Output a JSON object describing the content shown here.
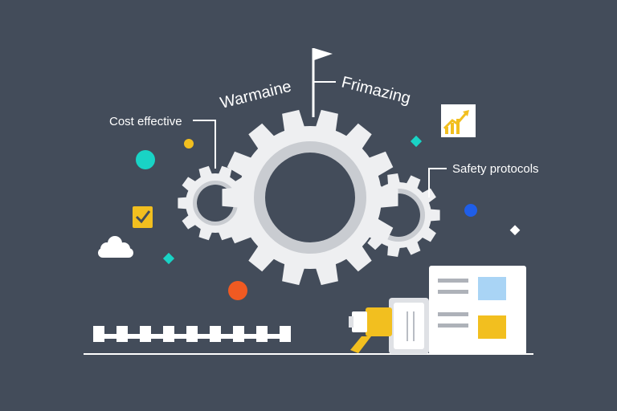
{
  "labels": {
    "cost": "Cost effective",
    "warmaine": "Warmaine",
    "frimazing": "Frimazing",
    "safety": "Safety protocols"
  },
  "colors": {
    "background": "#434c5a",
    "gear": "#eeeff1",
    "gear_shadow": "#c9ccd1",
    "teal": "#19d3c5",
    "yellow": "#f2bf1f",
    "blue": "#1f5ee8",
    "orange": "#f05a22",
    "light_blue": "#a9d4f5",
    "white": "#ffffff"
  },
  "icons": [
    "flag-icon",
    "growth-chart-icon",
    "checklist-icon",
    "cloud-icon",
    "robotic-arm-icon",
    "document-icon"
  ]
}
